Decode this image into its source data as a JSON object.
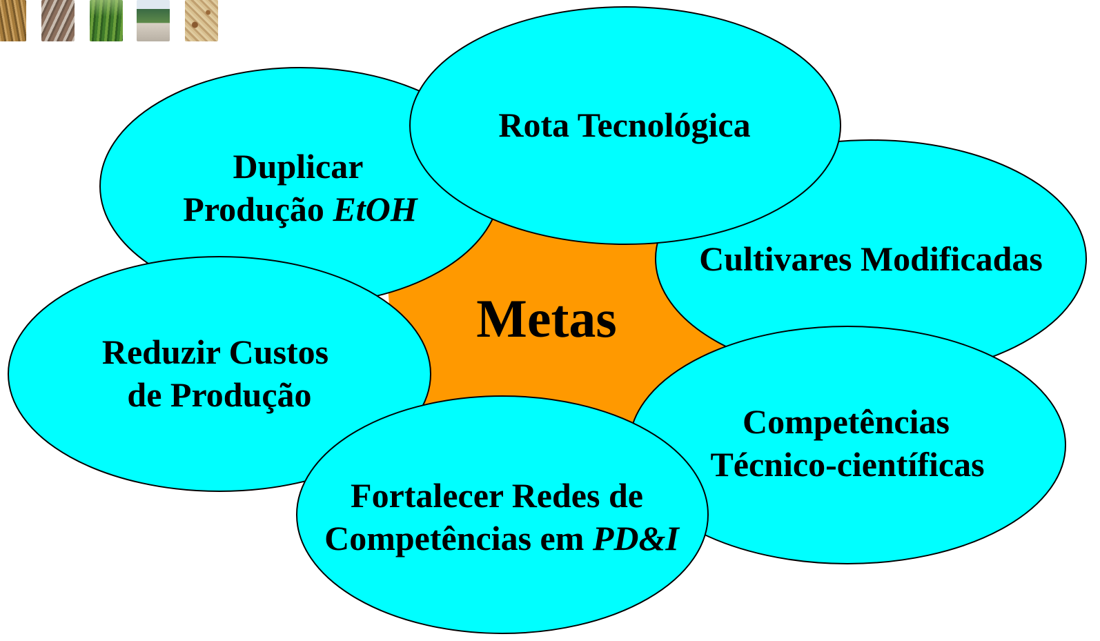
{
  "center": {
    "label": "Metas",
    "color": "#ff9900"
  },
  "bubble_color": "#00ffff",
  "thumbnails": [
    "sugarcane-photo",
    "plowed-field-photo",
    "cane-field-photo",
    "landscape-photo",
    "grains-photo"
  ],
  "goals": {
    "duplicar": {
      "line1": "Duplicar",
      "line2": "Produção ",
      "line2_italic": "EtOH"
    },
    "rota": {
      "line1": "Rota Tecnológica"
    },
    "cultivares": {
      "line1": "Cultivares Modificadas"
    },
    "reduzir": {
      "line1": "Reduzir Custos",
      "line2": "de Produção"
    },
    "competencias": {
      "line1": "Competências",
      "line2": "Técnico-científicas"
    },
    "fortalecer": {
      "line1": "Fortalecer Redes de",
      "line2": "Competências em ",
      "line2_italic": "PD&I"
    }
  }
}
